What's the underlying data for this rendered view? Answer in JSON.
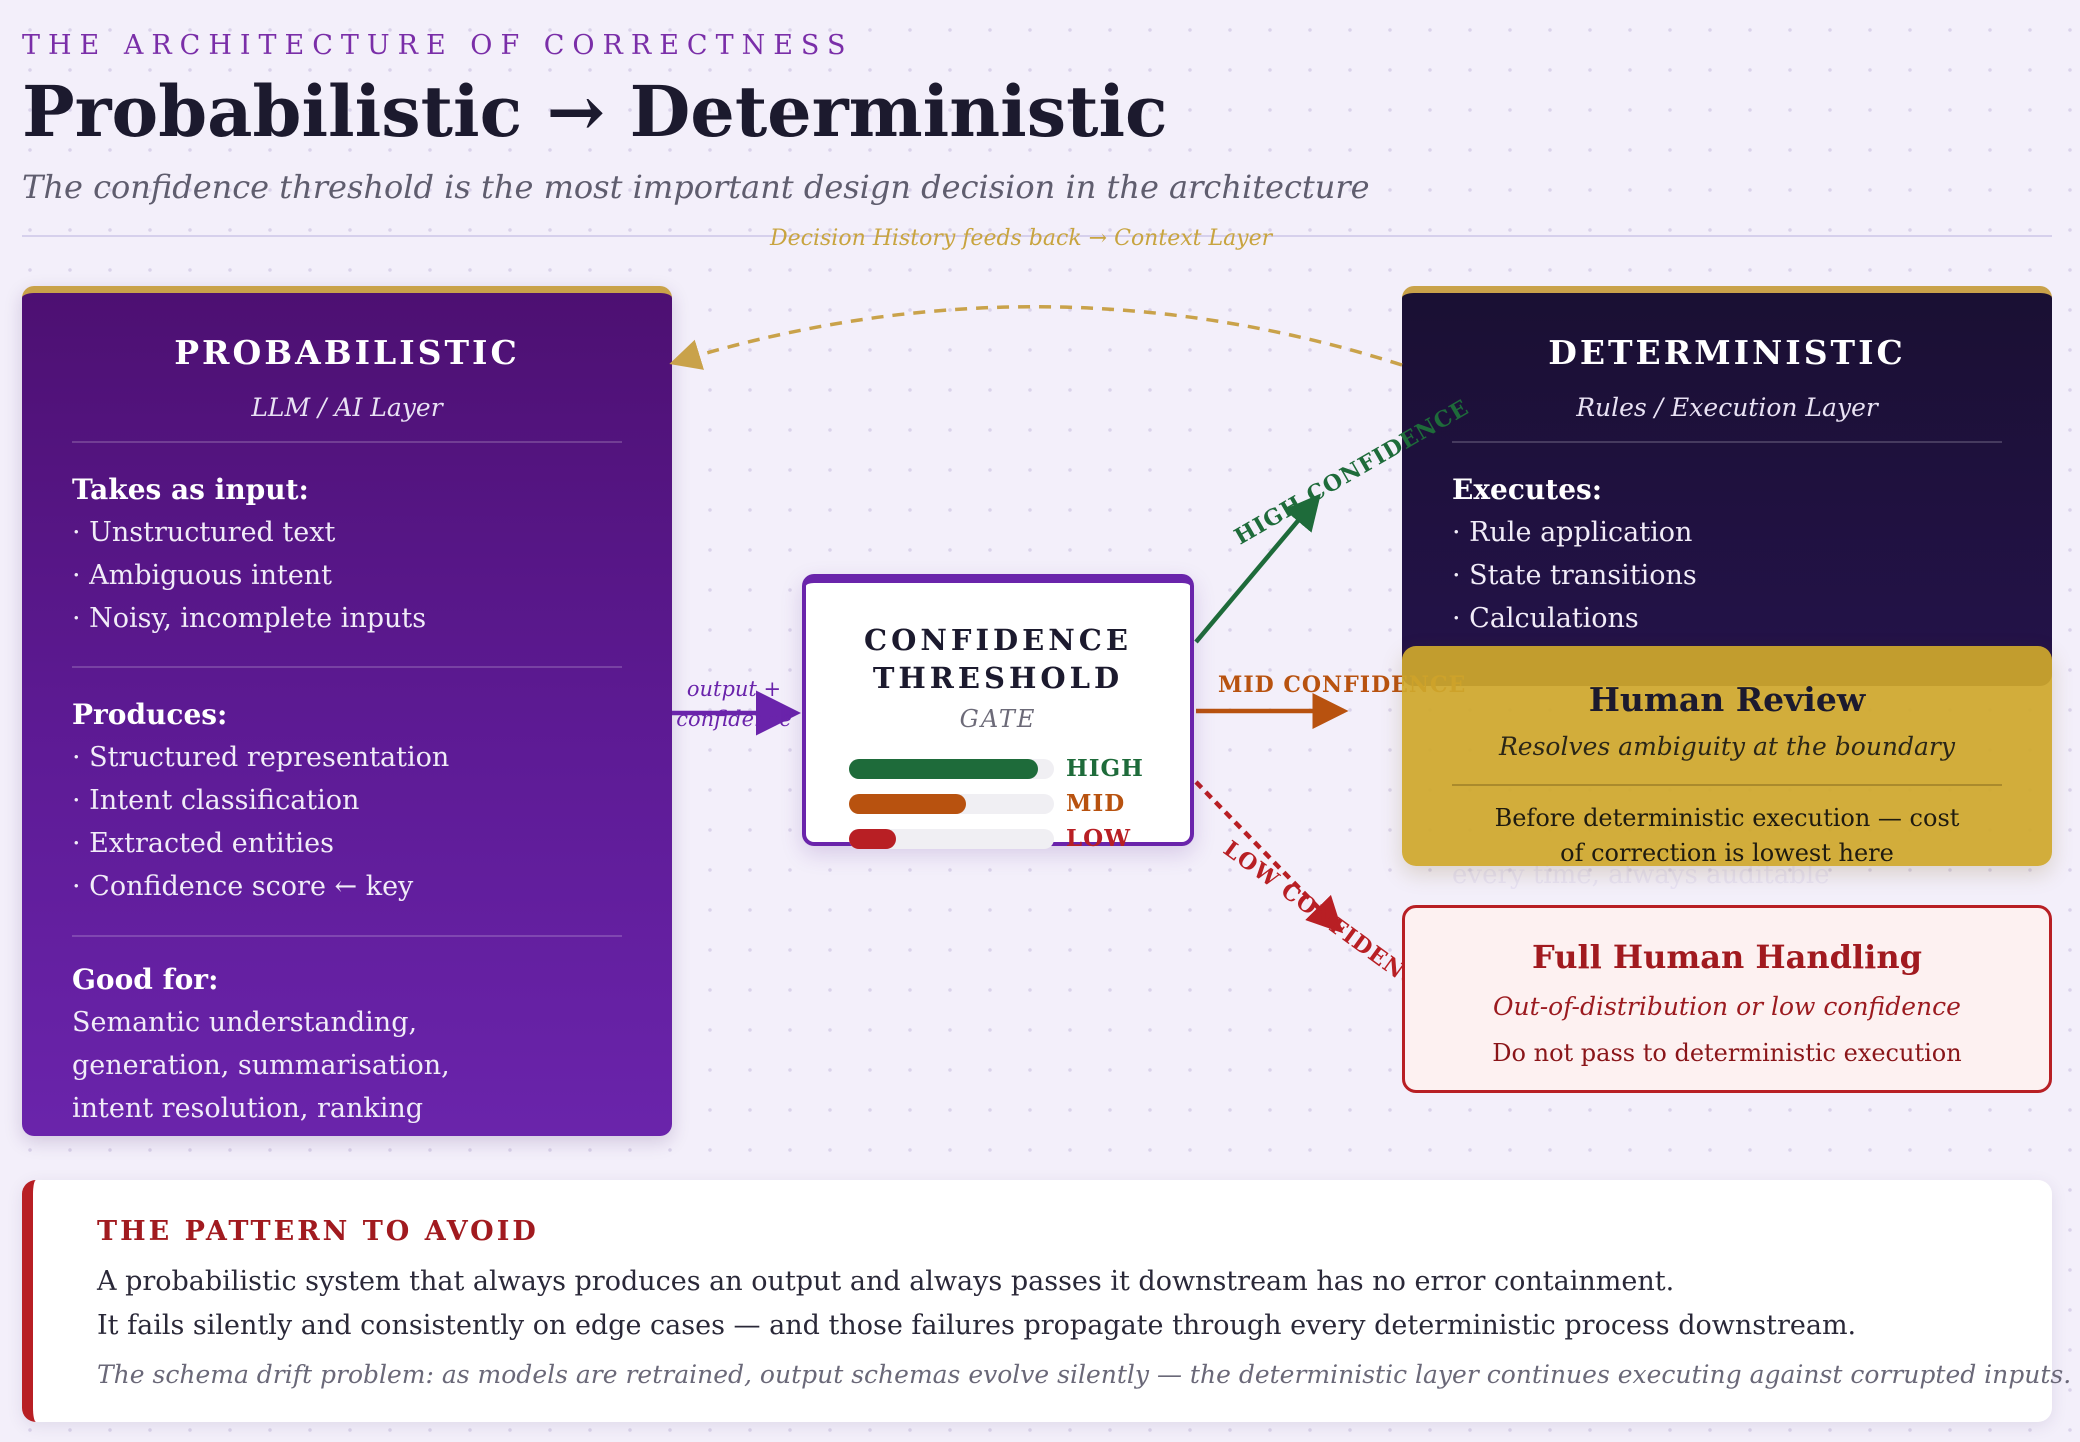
{
  "header": {
    "eyebrow": "THE ARCHITECTURE OF CORRECTNESS",
    "title": "Probabilistic → Deterministic",
    "subtitle": "The confidence threshold is the most important design decision in the architecture"
  },
  "feedback_label": "Decision History feeds back → Context Layer",
  "probabilistic": {
    "title": "PROBABILISTIC",
    "subtitle": "LLM / AI Layer",
    "input_heading": "Takes as input:",
    "inputs": [
      "· Unstructured text",
      "· Ambiguous intent",
      "· Noisy, incomplete inputs"
    ],
    "produces_heading": "Produces:",
    "produces": [
      "· Structured representation",
      "· Intent classification",
      "· Extracted entities",
      "· Confidence score ← key"
    ],
    "good_heading": "Good for:",
    "good_for": [
      "Semantic understanding,",
      "generation, summarisation,",
      "intent resolution, ranking"
    ]
  },
  "flow": {
    "input_label_1": "output +",
    "input_label_2": "confidence",
    "high_label": "HIGH CONFIDENCE",
    "mid_label": "MID CONFIDENCE",
    "low_label": "LOW CONFIDENCE"
  },
  "gate": {
    "title_1": "CONFIDENCE",
    "title_2": "THRESHOLD",
    "subtitle": "GATE",
    "levels": [
      {
        "label": "HIGH",
        "fill": 0.92,
        "color": "#1e6b3a"
      },
      {
        "label": "MID",
        "fill": 0.57,
        "color": "#b8520f"
      },
      {
        "label": "LOW",
        "fill": 0.23,
        "color": "#b81f24"
      }
    ]
  },
  "deterministic": {
    "title": "DETERMINISTIC",
    "subtitle": "Rules / Execution Layer",
    "exec_heading": "Executes:",
    "executes": [
      "· Rule application",
      "· State transitions",
      "· Calculations"
    ],
    "partial_line": "every time, always auditable"
  },
  "human_review": {
    "title": "Human Review",
    "subtitle": "Resolves ambiguity at the boundary",
    "body_1": "Before deterministic execution — cost",
    "body_2": "of correction is lowest here"
  },
  "full_human": {
    "title": "Full Human Handling",
    "subtitle": "Out-of-distribution or low confidence",
    "body": "Do not pass to deterministic execution"
  },
  "avoid": {
    "heading": "THE PATTERN TO AVOID",
    "line_1": "A probabilistic system that always produces an output and always passes it downstream has no error containment.",
    "line_2": "It fails silently and consistently on edge cases — and those failures propagate through every deterministic process downstream.",
    "line_3": "The schema drift problem: as models are retrained, output schemas evolve silently — the deterministic layer continues executing against corrupted inputs."
  },
  "colors": {
    "purple": "#5e1b96",
    "navy": "#1a1033",
    "gold": "#c9a24a",
    "high": "#1e6b3a",
    "mid": "#b8520f",
    "low": "#b81f24"
  }
}
